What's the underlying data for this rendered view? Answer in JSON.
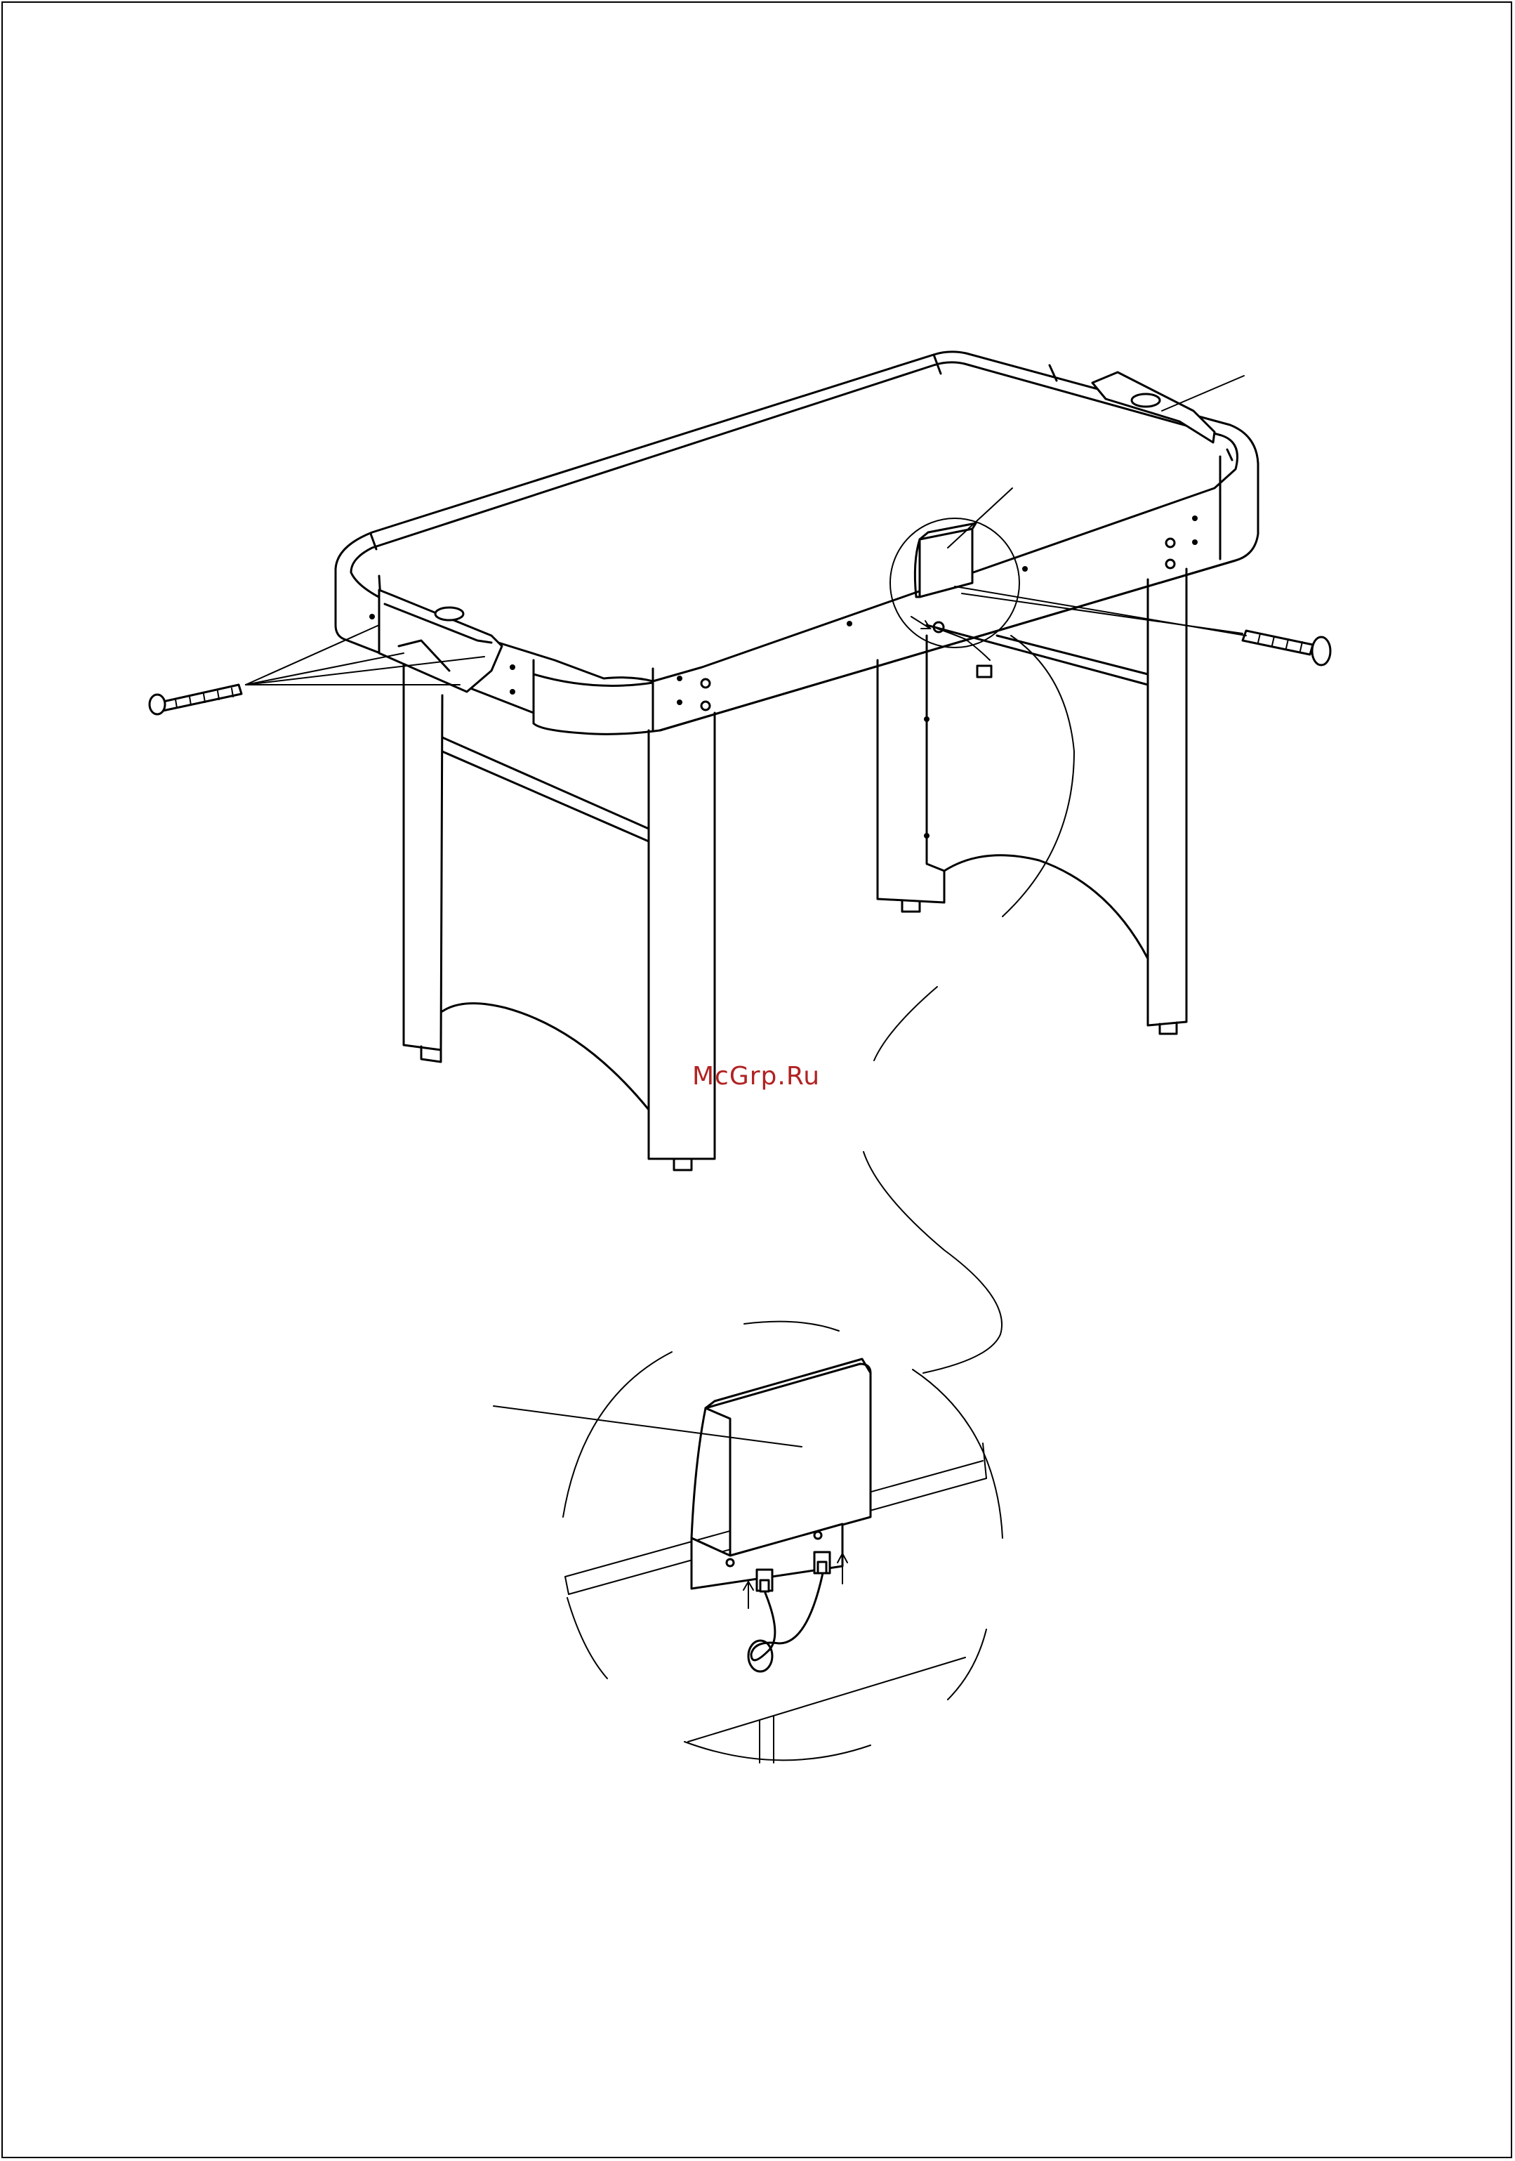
{
  "watermark": {
    "text": "McGrp.Ru",
    "color": "#b22222"
  },
  "colors": {
    "line": "#000000",
    "background": "#ffffff"
  },
  "parts": [
    "air-hockey-table",
    "scoreboard-unit",
    "goal-assembly",
    "screw",
    "power-cable",
    "detail-magnifier"
  ]
}
